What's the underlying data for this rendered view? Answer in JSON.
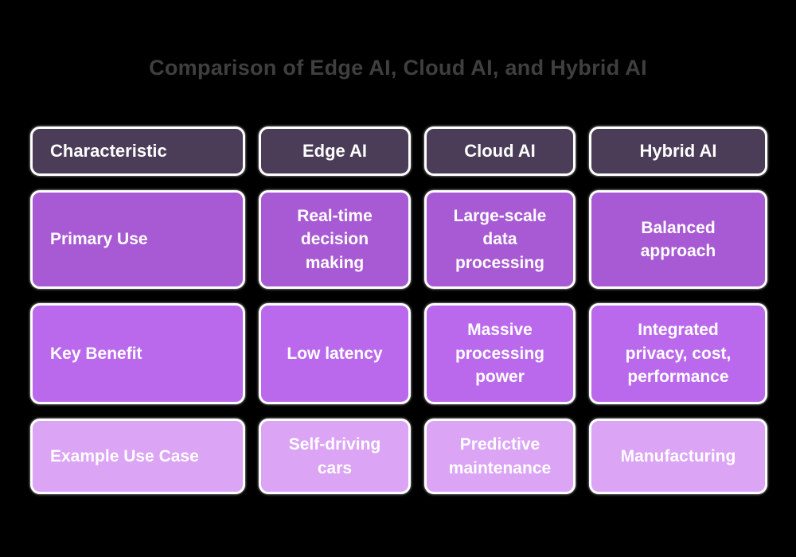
{
  "title": "Comparison of Edge AI, Cloud AI, and Hybrid AI",
  "colors": {
    "background": "#000000",
    "title_text": "#3f3f3f",
    "header_fill": "#4b3c57",
    "row_primary_fill": "#a75ad3",
    "row_benefit_fill": "#ba69ed",
    "row_example_fill": "#dba4f5",
    "cell_border": "#ffffff",
    "cell_text": "#ffffff"
  },
  "table": {
    "columns": [
      "Characteristic",
      "Edge AI",
      "Cloud AI",
      "Hybrid AI"
    ],
    "rows": [
      {
        "label": "Primary Use",
        "cells": [
          "Real-time\ndecision\nmaking",
          "Large-scale\ndata\nprocessing",
          "Balanced\napproach"
        ]
      },
      {
        "label": "Key Benefit",
        "cells": [
          "Low latency",
          "Massive\nprocessing\npower",
          "Integrated\nprivacy, cost,\nperformance"
        ]
      },
      {
        "label": "Example Use Case",
        "cells": [
          "Self-driving\ncars",
          "Predictive\nmaintenance",
          "Manufacturing"
        ]
      }
    ]
  }
}
